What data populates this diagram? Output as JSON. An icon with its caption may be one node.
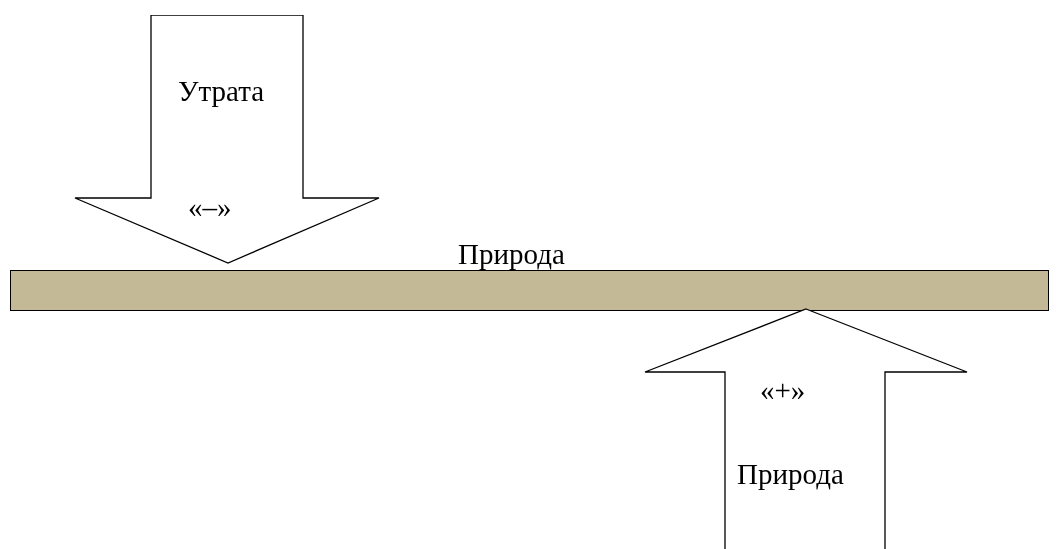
{
  "diagram": {
    "nodes": [
      {
        "text": [
          "Утрата",
          "«–»"
        ]
      },
      {
        "text": [
          "Природа"
        ]
      },
      {
        "text": [
          "«+»",
          "Природа"
        ]
      }
    ]
  }
}
